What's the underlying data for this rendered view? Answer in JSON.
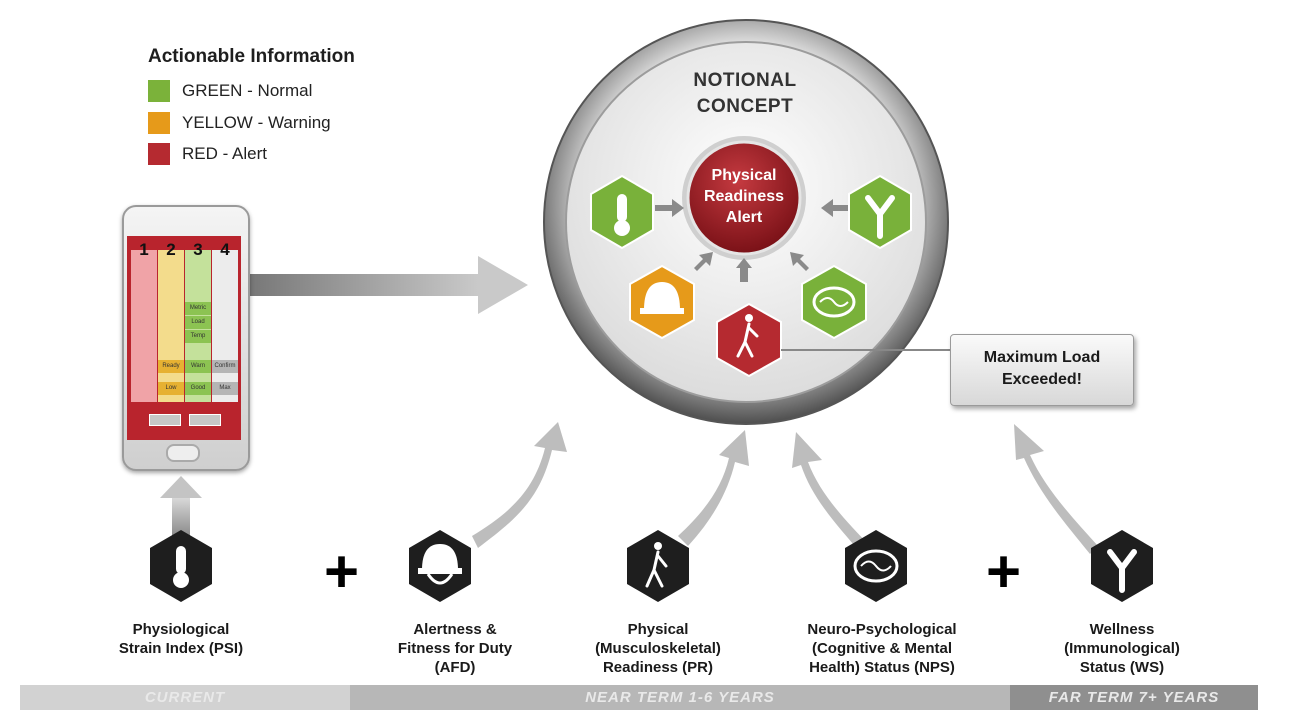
{
  "legend": {
    "title": "Actionable Information",
    "items": [
      {
        "label": "GREEN - Normal",
        "color": "#7bb23a"
      },
      {
        "label": "YELLOW - Warning",
        "color": "#e69a1a"
      },
      {
        "label": "RED - Alert",
        "color": "#b52a30"
      }
    ]
  },
  "phone": {
    "columns": [
      "1",
      "2",
      "3",
      "4"
    ],
    "cells": {
      "col3_rows": [
        "Metric",
        "Load",
        "Temp"
      ],
      "row_a": [
        "Ready",
        "Warn",
        "Confirm"
      ],
      "row_b": [
        "Low",
        "Good",
        "Max"
      ]
    }
  },
  "concept": {
    "header_line1": "NOTIONAL",
    "header_line2": "CONCEPT",
    "center_line1": "Physical",
    "center_line2": "Readiness",
    "center_line3": "Alert",
    "callout_line1": "Maximum Load",
    "callout_line2": "Exceeded!",
    "icons": [
      "thermometer-icon",
      "helmet-icon",
      "walking-person-icon",
      "brain-icon",
      "antibody-icon"
    ]
  },
  "metrics": [
    {
      "line1": "Physiological",
      "line2": "Strain Index (PSI)",
      "line3": "",
      "icon": "thermometer-icon"
    },
    {
      "line1": "Alertness &",
      "line2": "Fitness for Duty",
      "line3": "(AFD)",
      "icon": "helmet-icon"
    },
    {
      "line1": "Physical",
      "line2": "(Musculoskeletal)",
      "line3": "Readiness (PR)",
      "icon": "walking-person-icon"
    },
    {
      "line1": "Neuro-Psychological",
      "line2": "(Cognitive & Mental",
      "line3": "Health) Status (NPS)",
      "icon": "brain-icon"
    },
    {
      "line1": "Wellness",
      "line2": "(Immunological)",
      "line3": "Status (WS)",
      "icon": "antibody-icon"
    }
  ],
  "operators": {
    "plus1": "+",
    "plus2": "+"
  },
  "timeline": [
    {
      "label": "CURRENT"
    },
    {
      "label": "NEAR TERM 1-6 YEARS"
    },
    {
      "label": "FAR TERM 7+ YEARS"
    }
  ]
}
